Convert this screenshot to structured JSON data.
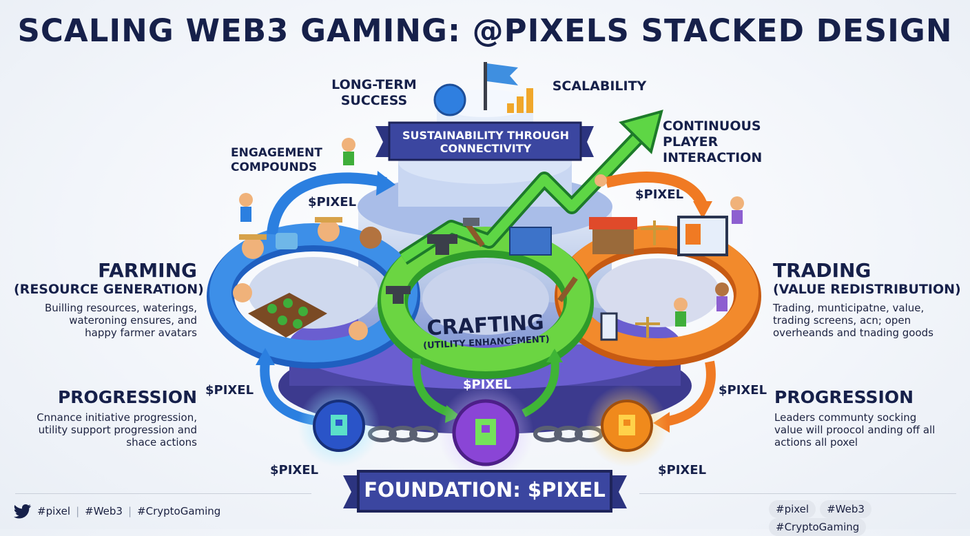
{
  "title": "SCALING WEB3 GAMING: @PIXELS STACKED DESIGN",
  "top": {
    "long_term": "LONG-TERM SUCCESS",
    "scalability": "SCALABILITY",
    "banner": "SUSTAINABILITY THROUGH CONNECTIVITY",
    "continuous": "CONTINUOUS PLAYER INTERACTION",
    "engagement": "ENGAGEMENT COMPOUNDS"
  },
  "farming": {
    "title": "FARMING",
    "subtitle": "(RESOURCE GENERATION)",
    "description": "Builling resources, waterings, wateroning ensures, and happy farmer avatars"
  },
  "trading": {
    "title": "TRADING",
    "subtitle": "(VALUE REDISTRIBUTION)",
    "description": "Trading, munticipatne, value, trading screens, acn; open overheands and tnading goods"
  },
  "crafting": {
    "title": "CRAFTING",
    "subtitle": "(UTILITY ENHANCEMENT)"
  },
  "progression_left": {
    "title": "PROGRESSION",
    "description": "Cnnance initiative progression, utility support progression and shace actions"
  },
  "progression_right": {
    "title": "PROGRESSION",
    "description": "Leaders communty socking value will proocol anding off all actions all poxel"
  },
  "pixel_labels": {
    "blue_loop": "$PIXEL",
    "orange_loop": "$PIXEL",
    "center": "$PIXEL",
    "left_mid": "$PIXEL",
    "right_mid": "$PIXEL",
    "left_bottom": "$PIXEL",
    "right_bottom": "$PIXEL"
  },
  "foundation": "FOUNDATION: $PIXEL",
  "footer": {
    "left_tags": [
      "#pixel",
      "#Web3",
      "#CryptoGaming"
    ],
    "right_tags": [
      "#pixel",
      "#Web3",
      "#CryptoGaming"
    ]
  },
  "colors": {
    "farming": "#2f7fe0",
    "crafting": "#5fcf3a",
    "trading": "#f07a23",
    "foundation": "#5a3fa8",
    "navy": "#16204a"
  }
}
